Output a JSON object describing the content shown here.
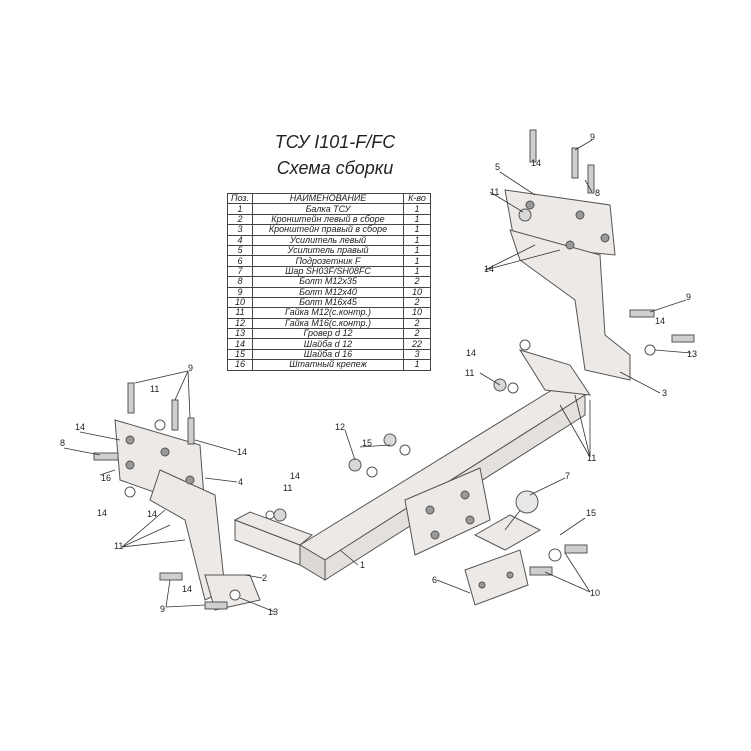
{
  "title": "ТСУ I101-F/FC",
  "subtitle": "Схема сборки",
  "table": {
    "headers": [
      "Поз.",
      "НАИМЕНОВАНИЕ",
      "К-во"
    ],
    "rows": [
      [
        "1",
        "Балка ТСУ",
        "1"
      ],
      [
        "2",
        "Кронштейн левый в сборе",
        "1"
      ],
      [
        "3",
        "Кронштейн правый в сборе",
        "1"
      ],
      [
        "4",
        "Усилитель левый",
        "1"
      ],
      [
        "5",
        "Усилитель правый",
        "1"
      ],
      [
        "6",
        "Подрозетник F",
        "1"
      ],
      [
        "7",
        "Шар SH03F/SH08FC",
        "1"
      ],
      [
        "8",
        "Болт M12x35",
        "2"
      ],
      [
        "9",
        "Болт M12x40",
        "10"
      ],
      [
        "10",
        "Болт M16x45",
        "2"
      ],
      [
        "11",
        "Гайка M12(с.контр.)",
        "10"
      ],
      [
        "12",
        "Гайка  M16(с.контр.)",
        "2"
      ],
      [
        "13",
        "Гровер d 12",
        "2"
      ],
      [
        "14",
        "Шайба d 12",
        "22"
      ],
      [
        "15",
        "Шайба d 16",
        "3"
      ],
      [
        "16",
        "Штатный крепеж",
        "1"
      ]
    ]
  },
  "callouts": [
    "1",
    "2",
    "3",
    "4",
    "5",
    "6",
    "7",
    "8",
    "9",
    "10",
    "11",
    "12",
    "13",
    "14",
    "15",
    "16"
  ],
  "colors": {
    "part_fill": "#ece9e6",
    "part_stroke": "#555555",
    "leader": "#333333",
    "bolt": "#cfcfcf"
  }
}
